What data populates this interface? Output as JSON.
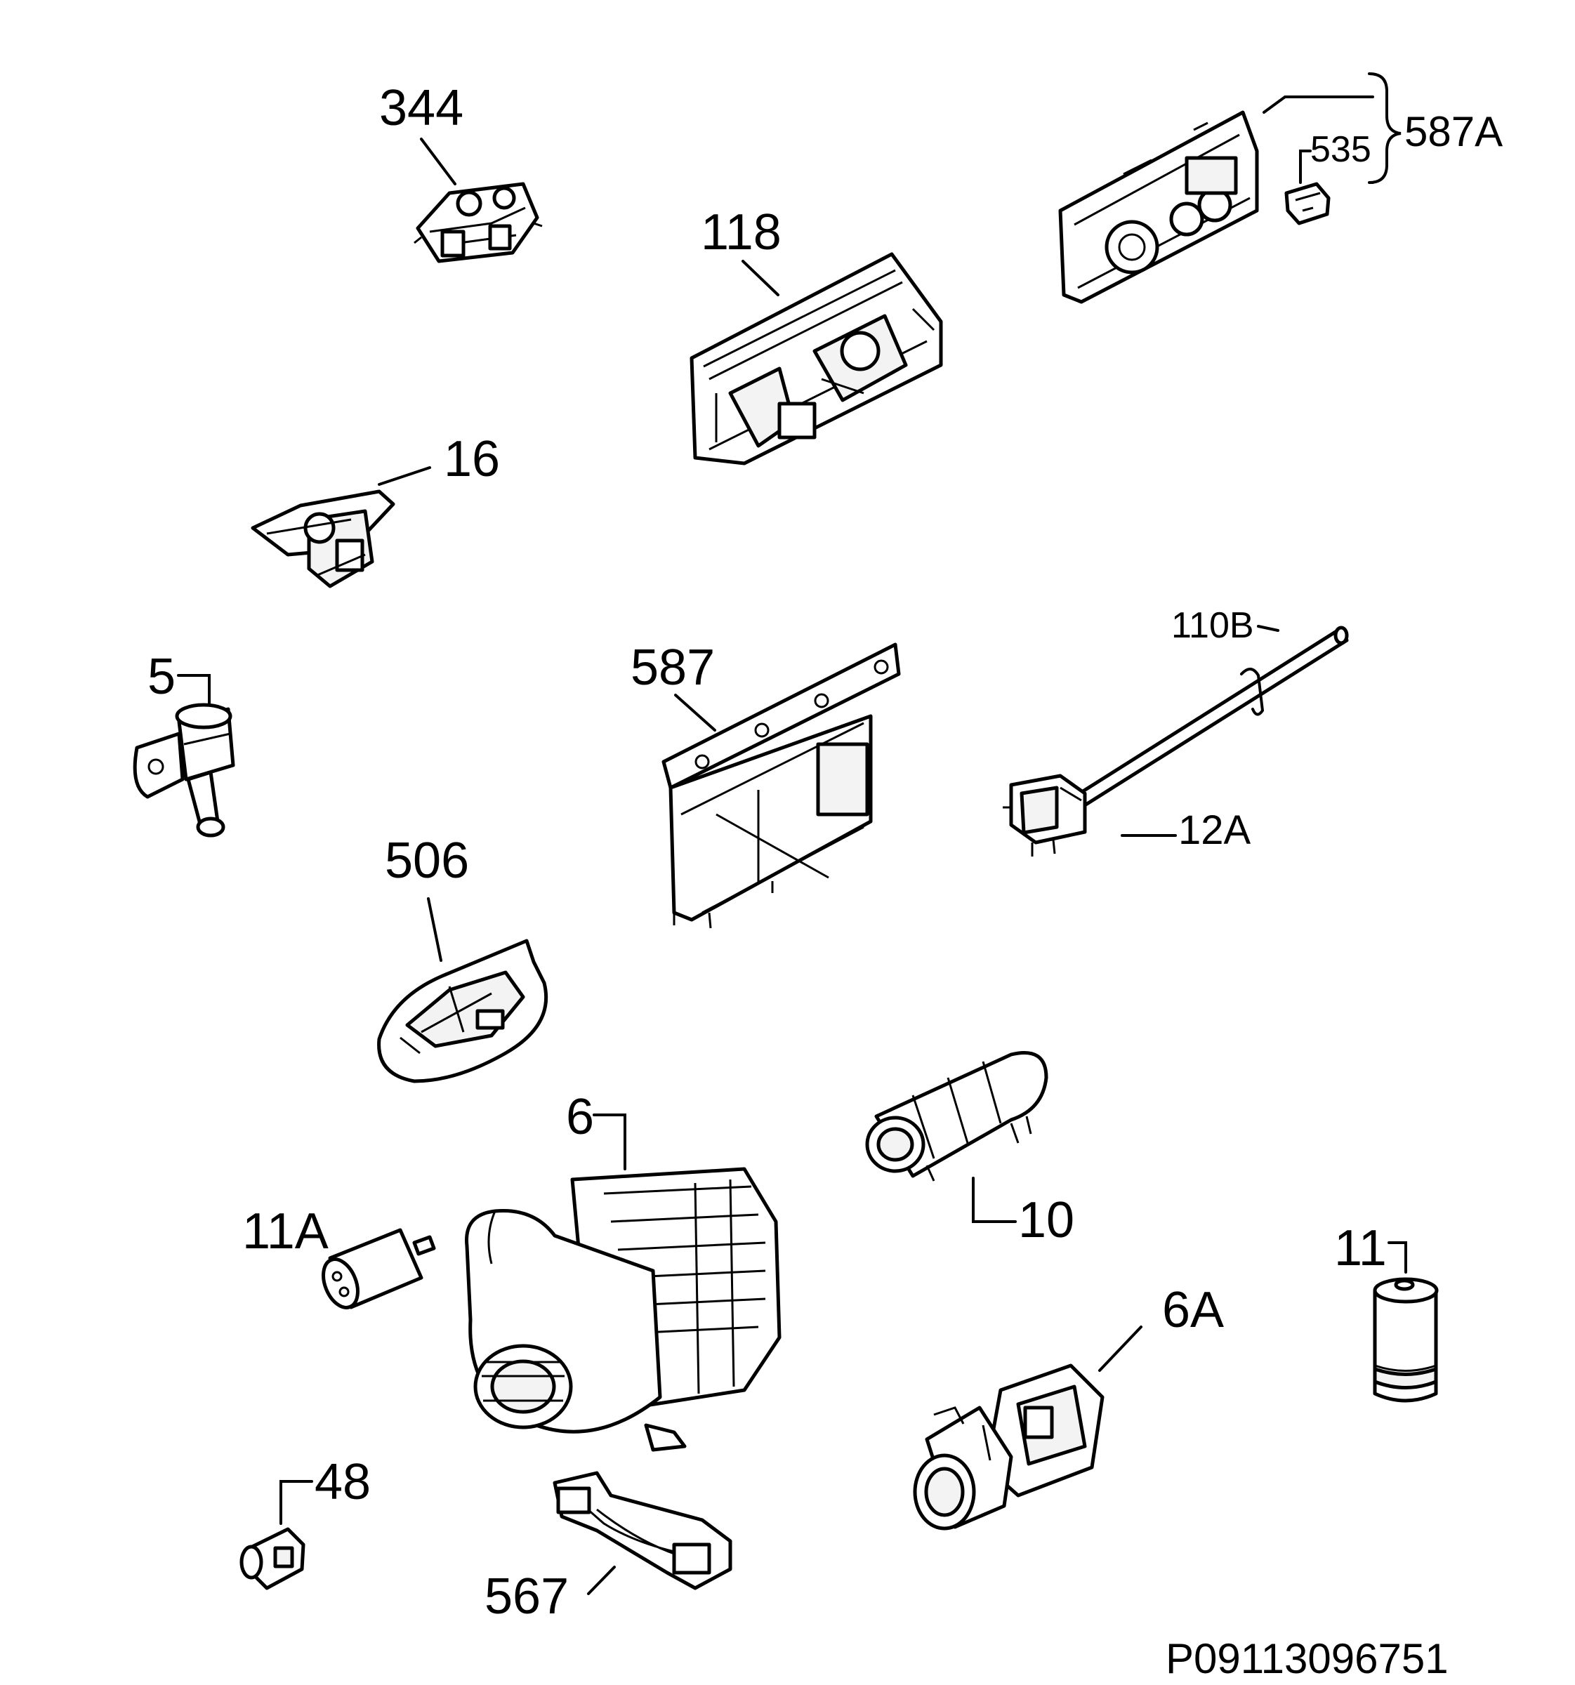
{
  "diagram": {
    "labels": {
      "p344": "344",
      "p118": "118",
      "p587A": "587A",
      "p535": "535",
      "p16": "16",
      "p110B": "110B",
      "p5": "5",
      "p587": "587",
      "p12A": "12A",
      "p506": "506",
      "p6": "6",
      "p10": "10",
      "p11A": "11A",
      "p11": "11",
      "p6A": "6A",
      "p48": "48",
      "p567": "567"
    },
    "drawing_code": "P09113096751"
  }
}
